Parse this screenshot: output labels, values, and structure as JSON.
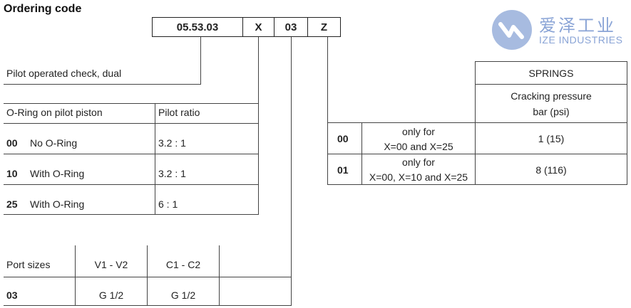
{
  "title": "Ordering code",
  "code": {
    "segments": [
      "05.53.03",
      "X",
      "03",
      "Z"
    ]
  },
  "description": "Pilot operated check, dual",
  "oring_table": {
    "header_left": "O-Ring on pilot piston",
    "header_right": "Pilot ratio",
    "rows": [
      {
        "code": "00",
        "label": "No O-Ring",
        "ratio": "3.2 : 1"
      },
      {
        "code": "10",
        "label": "With O-Ring",
        "ratio": "3.2 : 1"
      },
      {
        "code": "25",
        "label": "With O-Ring",
        "ratio": "6 : 1"
      }
    ]
  },
  "port_table": {
    "headers": [
      "Port sizes",
      "V1 - V2",
      "C1 - C2"
    ],
    "row": {
      "code": "03",
      "v": "G 1/2",
      "c": "G 1/2"
    }
  },
  "springs_table": {
    "title": "SPRINGS",
    "subheader_line1": "Cracking pressure",
    "subheader_line2": "bar (psi)",
    "rows": [
      {
        "code": "00",
        "cond1": "only for",
        "cond2": "X=00 and X=25",
        "value": "1 (15)"
      },
      {
        "code": "01",
        "cond1": "only for",
        "cond2": "X=00, X=10 and X=25",
        "value": "8 (116)"
      }
    ]
  },
  "logo": {
    "chinese": "爱泽工业",
    "english": "IZE INDUSTRIES",
    "color": "#8aa4d6"
  }
}
